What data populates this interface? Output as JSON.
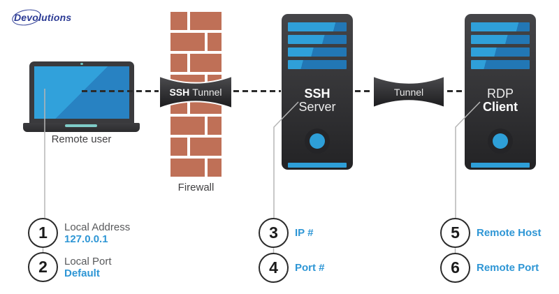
{
  "logo": {
    "text": "Devolutions"
  },
  "diagram": {
    "laptop": {
      "label": "Remote user"
    },
    "firewall": {
      "label": "Firewall"
    },
    "ssh_tunnel_badge": {
      "bold": "SSH",
      "rest": "Tunnel"
    },
    "tunnel_badge": {
      "label": "Tunnel"
    },
    "ssh_server": {
      "line1": "SSH",
      "line2": "Server"
    },
    "rdp_client": {
      "line1": "RDP",
      "line2": "Client"
    }
  },
  "callouts": [
    {
      "num": "1",
      "label": "Local Address",
      "value": "127.0.0.1"
    },
    {
      "num": "2",
      "label": "Local Port",
      "value": "Default"
    },
    {
      "num": "3",
      "value": "IP #"
    },
    {
      "num": "4",
      "value": "Port #"
    },
    {
      "num": "5",
      "value": "Remote Host"
    },
    {
      "num": "6",
      "value": "Remote Port"
    }
  ],
  "colors": {
    "accent_blue": "#2e96d5",
    "screen_blue": "#31a1db",
    "bar_blue_light": "#2fa0d9",
    "bar_blue_dark": "#2277b5",
    "brick": "#bf7057",
    "device_dark": "#3a3a3d",
    "logo_navy": "#2b3a94"
  }
}
